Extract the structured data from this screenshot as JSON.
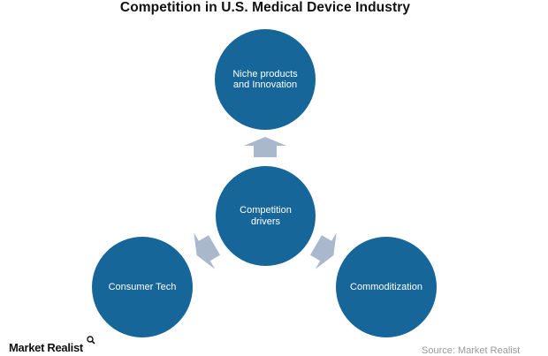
{
  "title": "Competition in U.S. Medical Device Industry",
  "colors": {
    "circle": "#17669a",
    "arrow": "#a9b8cc",
    "background": "#ffffff",
    "source_text": "#9a9a9a"
  },
  "nodes": {
    "center": {
      "label_line1": "Competition",
      "label_line2": "drivers"
    },
    "top": {
      "label_line1": "Niche products",
      "label_line2": "and Innovation"
    },
    "bottom_left": {
      "label": "Consumer Tech"
    },
    "bottom_right": {
      "label": "Commoditization"
    }
  },
  "arrows": [
    {
      "from": "Competition drivers",
      "to": "Niche products and Innovation",
      "icon": "arrow-up-icon"
    },
    {
      "from": "Competition drivers",
      "to": "Consumer Tech",
      "icon": "arrow-down-left-icon"
    },
    {
      "from": "Competition drivers",
      "to": "Commoditization",
      "icon": "arrow-down-right-icon"
    }
  ],
  "footer": {
    "logo": "Market Realist",
    "logo_icon": "magnifier-icon",
    "source": "Source: Market Realist"
  }
}
